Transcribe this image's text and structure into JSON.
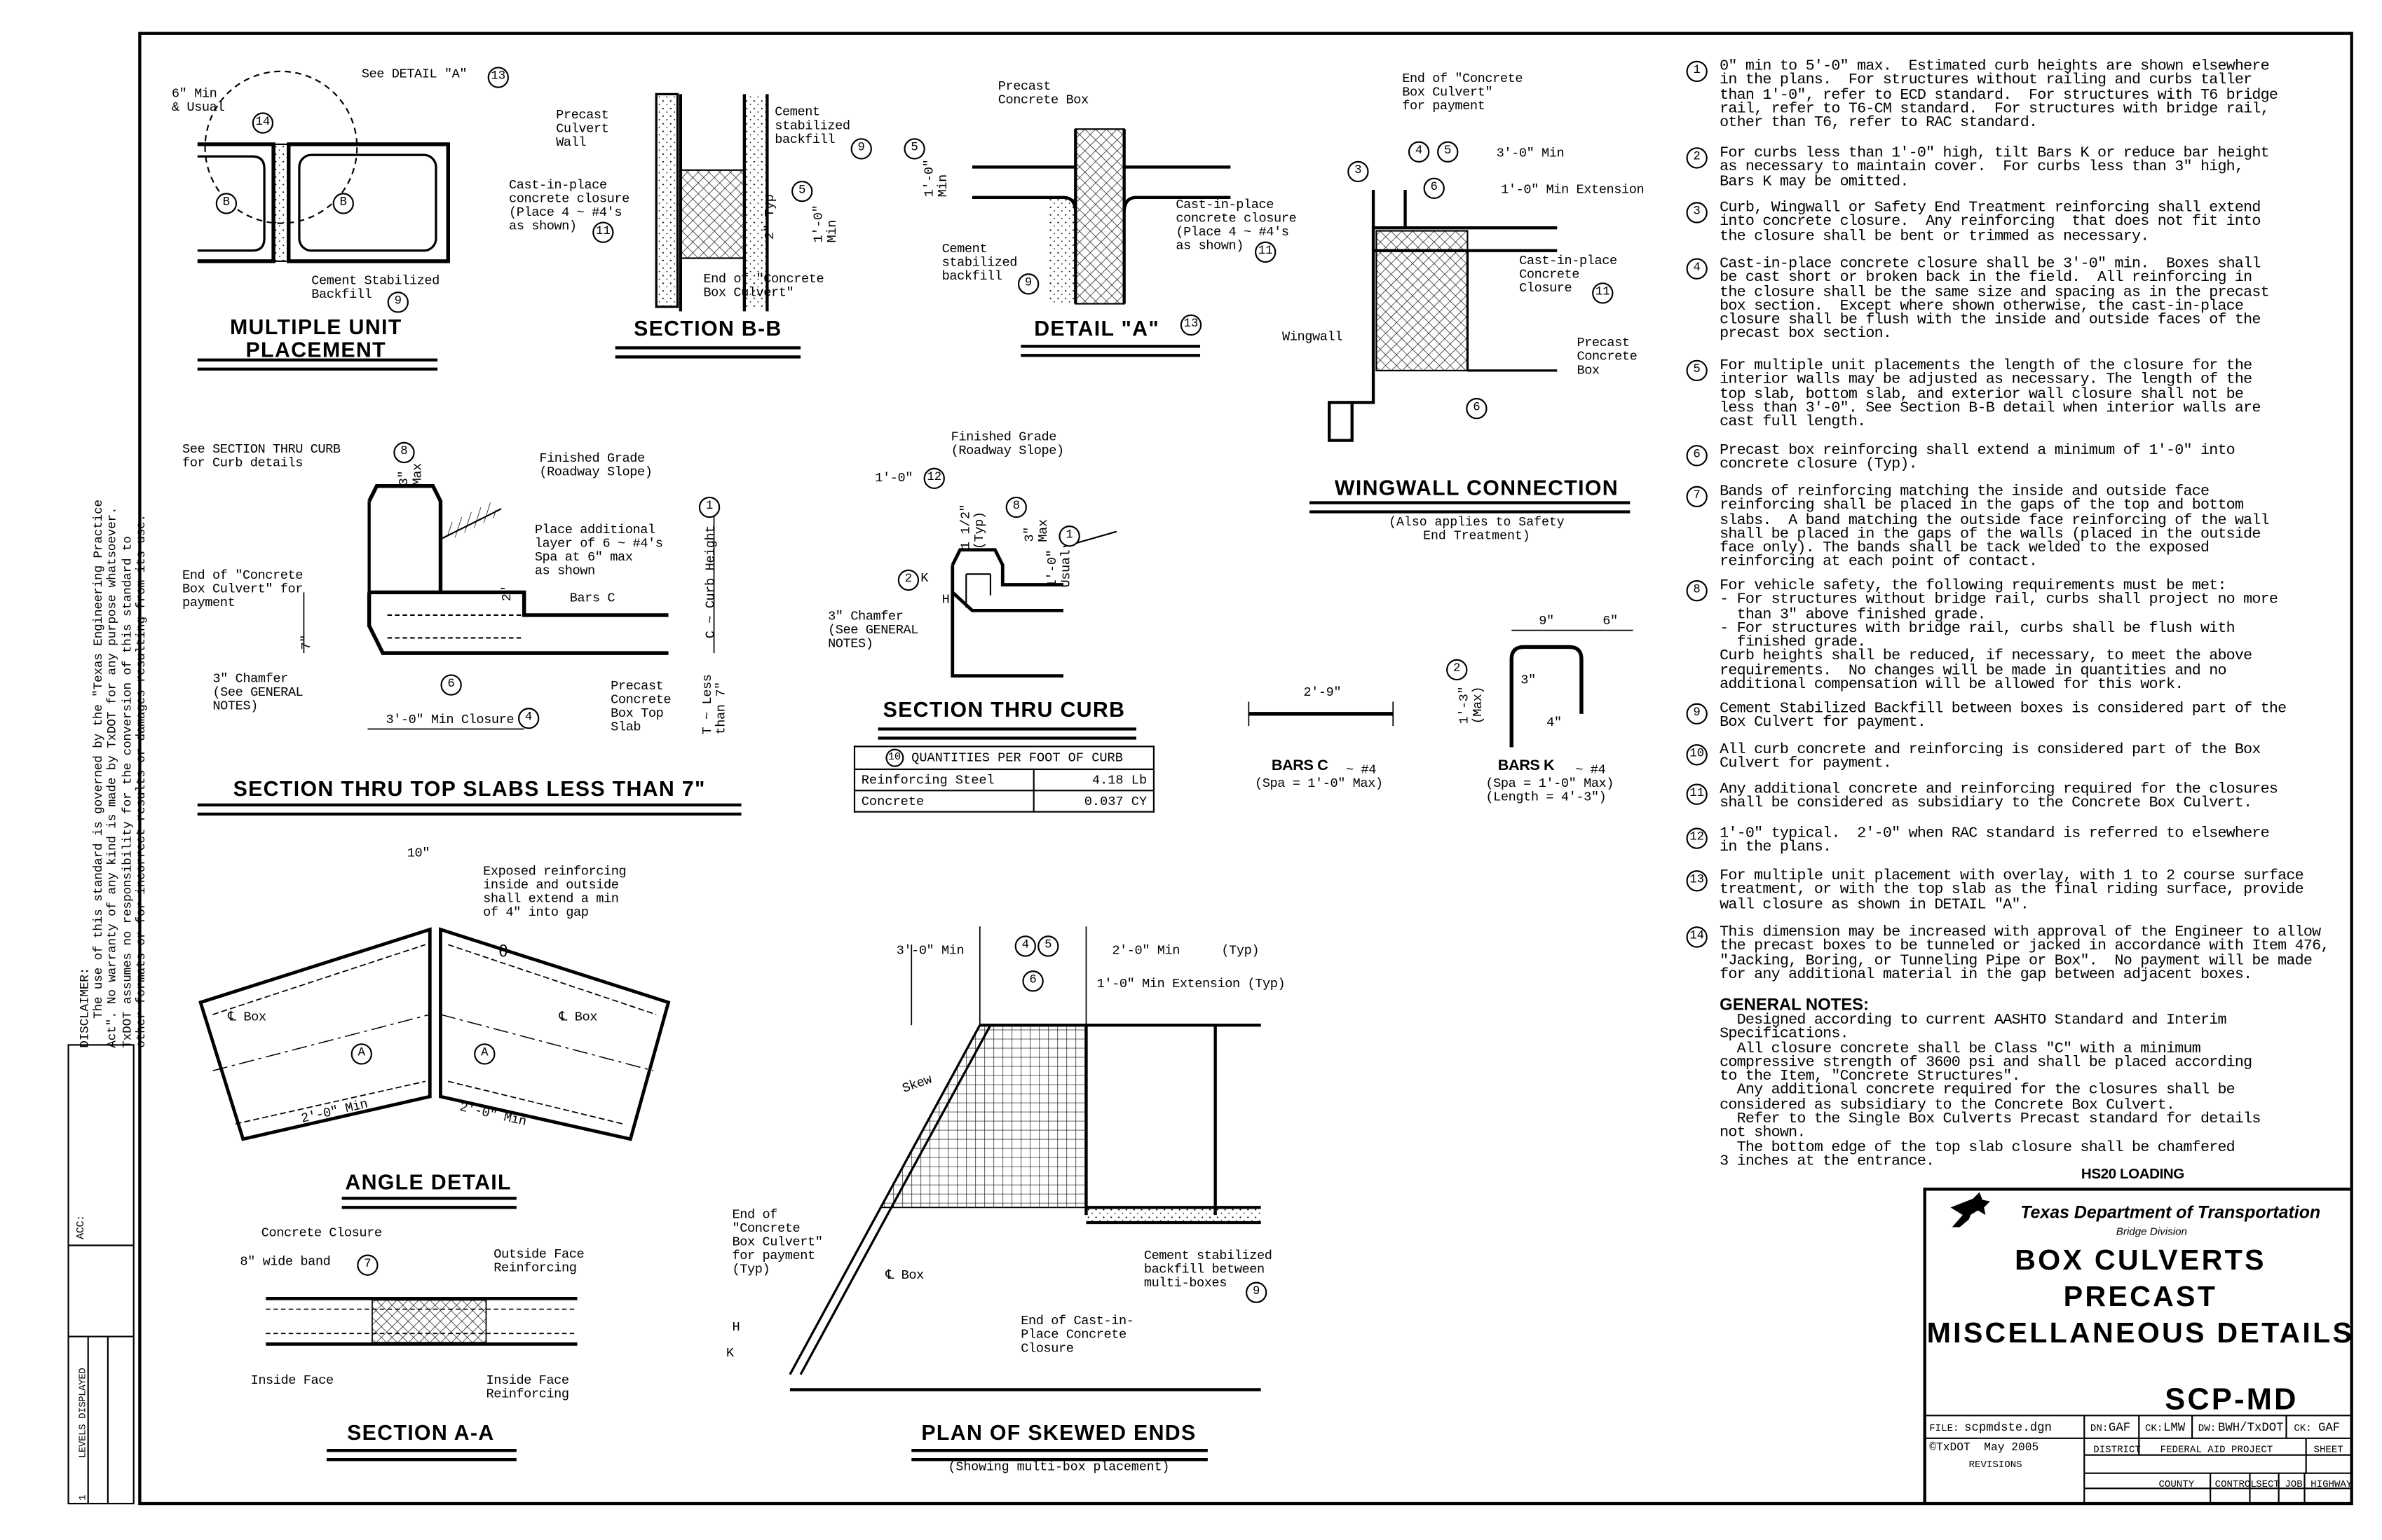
{
  "titles": {
    "mup": "MULTIPLE UNIT\nPLACEMENT",
    "secbb": "SECTION B-B",
    "deta": "DETAIL \"A\"",
    "wing": "WINGWALL CONNECTION",
    "wing_sub": "(Also applies to Safety\nEnd Treatment)",
    "topslab": "SECTION THRU TOP SLABS LESS THAN 7\"",
    "curb": "SECTION THRU CURB",
    "angle": "ANGLE DETAIL",
    "secaa": "SECTION A-A",
    "plan": "PLAN OF SKEWED ENDS",
    "plan_sub": "(Showing multi-box placement)"
  },
  "mup": [
    "6\" Min\n& Usual",
    "See DETAIL \"A\"",
    "Cement Stabilized\nBackfill",
    "B",
    "B"
  ],
  "mup_c": [
    "14",
    "13",
    "9"
  ],
  "secbb": [
    "Precast\nCulvert\nWall",
    "Cast-in-place\nconcrete closure\n(Place 4 ~ #4's\nas shown)",
    "Cement\nstabilized\nbackfill",
    "End of \"Concrete\nBox Culvert\"",
    "2\" Typ",
    "1'-0\"\nMin"
  ],
  "secbb_c": [
    "11",
    "9",
    "5"
  ],
  "deta": [
    "Precast\nConcrete Box",
    "Cast-in-place\nconcrete closure\n(Place 4 ~ #4's\nas shown)",
    "Cement\nstabilized\nbackfill",
    "1'-0\"\nMin"
  ],
  "deta_c": [
    "11",
    "9",
    "5",
    "13"
  ],
  "wing": [
    "End of \"Concrete\nBox Culvert\"\nfor payment",
    "3'-0\" Min",
    "1'-0\" Min Extension",
    "Cast-in-place\nConcrete\nClosure",
    "Precast\nConcrete\nBox",
    "Wingwall"
  ],
  "wing_c": [
    "4",
    "5",
    "6",
    "3",
    "11",
    "6"
  ],
  "top": [
    "See SECTION THRU CURB\nfor Curb details",
    "3\"\nMax",
    "Finished Grade\n(Roadway Slope)",
    "Place additional\nlayer of 6 ~ #4's\nSpa at 6\" max\nas shown",
    "End of \"Concrete\nBox Culvert\" for\npayment",
    "Bars C",
    "2\"",
    "7\"",
    "3\" Chamfer\n(See GENERAL\nNOTES)",
    "3'-0\" Min Closure",
    "Precast\nConcrete\nBox Top\nSlab",
    "C ~ Curb Height",
    "T ~ Less\nthan 7\""
  ],
  "top_c": [
    "8",
    "6",
    "4",
    "1"
  ],
  "curb": [
    "Finished Grade\n(Roadway Slope)",
    "1'-0\"",
    "1 1/2\"\n(Typ)",
    "3\"\nMax",
    "1'-0\"\nUsual",
    "K",
    "H",
    "3\" Chamfer\n(See GENERAL\nNOTES)"
  ],
  "curb_c": [
    "12",
    "8",
    "1",
    "2"
  ],
  "quantities": {
    "callout": "10",
    "title": "QUANTITIES PER FOOT OF CURB",
    "rows": [
      {
        "item": "Reinforcing Steel",
        "value": "4.18 Lb"
      },
      {
        "item": "Concrete",
        "value": "0.037 CY"
      }
    ]
  },
  "barsc": [
    "2'-9\"",
    "BARS C",
    "~ #4",
    "(Spa = 1'-0\" Max)"
  ],
  "barsk": [
    "9\"",
    "6\"",
    "1'-3\"\n(Max)",
    "3\"",
    "4\"",
    "BARS K",
    "~ #4",
    "(Spa = 1'-0\" Max)\n(Length = 4'-3\")"
  ],
  "barsk_c": [
    "2"
  ],
  "angle": [
    "10\"",
    "Exposed reinforcing\ninside and outside\nshall extend a min\nof 4\" into gap",
    "℄ Box",
    "℄ Box",
    "θ",
    "2'-0\" Min",
    "2'-0\" Min",
    "A",
    "A"
  ],
  "secaa": [
    "Concrete Closure",
    "8\" wide band",
    "Outside Face\nReinforcing",
    "Inside Face",
    "Inside Face\nReinforcing"
  ],
  "secaa_c": [
    "7"
  ],
  "plan": [
    "3'-0\" Min",
    "2'-0\" Min",
    "(Typ)",
    "1'-0\" Min Extension (Typ)",
    "Skew",
    "End of\n\"Concrete\nBox Culvert\"\nfor payment\n(Typ)",
    "℄ Box",
    "Cement stabilized\nbackfill between\nmulti-boxes",
    "End of Cast-in-\nPlace Concrete\nClosure",
    "H",
    "K"
  ],
  "plan_c": [
    "4",
    "5",
    "6",
    "9"
  ],
  "notes": [
    {
      "n": "1",
      "text": "0\" min to 5'-0\" max.  Estimated curb heights are shown elsewhere\nin the plans.  For structures without railing and curbs taller\nthan 1'-0\", refer to ECD standard.  For structures with T6 bridge\nrail, refer to T6-CM standard.  For structures with bridge rail,\nother than T6, refer to RAC standard."
    },
    {
      "n": "2",
      "text": "For curbs less than 1'-0\" high, tilt Bars K or reduce bar height\nas necessary to maintain cover.  For curbs less than 3\" high,\nBars K may be omitted."
    },
    {
      "n": "3",
      "text": "Curb, Wingwall or Safety End Treatment reinforcing shall extend\ninto concrete closure.  Any reinforcing  that does not fit into\nthe closure shall be bent or trimmed as necessary."
    },
    {
      "n": "4",
      "text": "Cast-in-place concrete closure shall be 3'-0\" min.  Boxes shall\nbe cast short or broken back in the field.  All reinforcing in\nthe closure shall be the same size and spacing as in the precast\nbox section.  Except where shown otherwise, the cast-in-place\nclosure shall be flush with the inside and outside faces of the\nprecast box section."
    },
    {
      "n": "5",
      "text": "For multiple unit placements the length of the closure for the\ninterior walls may be adjusted as necessary. The length of the\ntop slab, bottom slab, and exterior wall closure shall not be\nless than 3'-0\". See Section B-B detail when interior walls are\ncast full length."
    },
    {
      "n": "6",
      "text": "Precast box reinforcing shall extend a minimum of 1'-0\" into\nconcrete closure (Typ)."
    },
    {
      "n": "7",
      "text": "Bands of reinforcing matching the inside and outside face\nreinforcing shall be placed in the gaps of the top and bottom\nslabs.  A band matching the outside face reinforcing of the wall\nshall be placed in the gaps of the walls (placed in the outside\nface only). The bands shall be tack welded to the exposed\nreinforcing at each point of contact."
    },
    {
      "n": "8",
      "text": "For vehicle safety, the following requirements must be met:\n- For structures without bridge rail, curbs shall project no more\n  than 3\" above finished grade.\n- For structures with bridge rail, curbs shall be flush with\n  finished grade.\nCurb heights shall be reduced, if necessary, to meet the above\nrequirements.  No changes will be made in quantities and no\nadditional compensation will be allowed for this work."
    },
    {
      "n": "9",
      "text": "Cement Stabilized Backfill between boxes is considered part of the\nBox Culvert for payment."
    },
    {
      "n": "10",
      "text": "All curb concrete and reinforcing is considered part of the Box\nCulvert for payment."
    },
    {
      "n": "11",
      "text": "Any additional concrete and reinforcing required for the closures\nshall be considered as subsidiary to the Concrete Box Culvert."
    },
    {
      "n": "12",
      "text": "1'-0\" typical.  2'-0\" when RAC standard is referred to elsewhere\nin the plans."
    },
    {
      "n": "13",
      "text": "For multiple unit placement with overlay, with 1 to 2 course surface\ntreatment, or with the top slab as the final riding surface, provide\nwall closure as shown in DETAIL \"A\"."
    },
    {
      "n": "14",
      "text": "This dimension may be increased with approval of the Engineer to allow\nthe precast boxes to be tunneled or jacked in accordance with Item 476,\n\"Jacking, Boring, or Tunneling Pipe or Box\".  No payment will be made\nfor any additional material in the gap between adjacent boxes."
    }
  ],
  "general_notes": {
    "heading": "GENERAL NOTES:",
    "text": "  Designed according to current AASHTO Standard and Interim\nSpecifications.\n  All closure concrete shall be Class \"C\" with a minimum\ncompressive strength of 3600 psi and shall be placed according\nto the Item, \"Concrete Structures\".\n  Any additional concrete required for the closures shall be\nconsidered as subsidiary to the Concrete Box Culvert.\n  Refer to the Single Box Culverts Precast standard for details\nnot shown.\n  The bottom edge of the top slab closure shall be chamfered\n3 inches at the entrance."
  },
  "loading": "HS20 LOADING",
  "title_block": {
    "agency": "Texas Department of Transportation",
    "division": "Bridge Division",
    "title_lines": [
      "BOX CULVERTS",
      "PRECAST",
      "MISCELLANEOUS DETAILS"
    ],
    "sheet_code": "SCP-MD",
    "file_label": "FILE:",
    "file": "scpmdste.dgn",
    "dn_label": "DN:",
    "dn": "GAF",
    "ck_label": "CK:",
    "ck": "LMW",
    "dw_label": "DW:",
    "dw": "BWH/TxDOT",
    "ck2_label": "CK:",
    "ck2": "GAF",
    "copyright": "©TxDOT  May 2005",
    "district": "DISTRICT",
    "federal_aid_project": "FEDERAL AID PROJECT",
    "sheet": "SHEET",
    "revisions": "REVISIONS",
    "county": "COUNTY",
    "control": "CONTROL",
    "sect": "SECT",
    "job": "JOB",
    "highway": "HIGHWAY"
  },
  "disclaimer": "DISCLAIMER:\n    The use of this standard is governed by the \"Texas Engineering Practice\nAct\". No warranty of any kind is made by TxDOT for any purpose whatsoever.\nTxDOT assumes no responsibility for the conversion of this standard to\nother formats or for incorrect results or damages resulting from its use.",
  "side_panel": {
    "acc": "ACC:",
    "levels": "LEVELS DISPLAYED",
    "level_1": "1"
  }
}
